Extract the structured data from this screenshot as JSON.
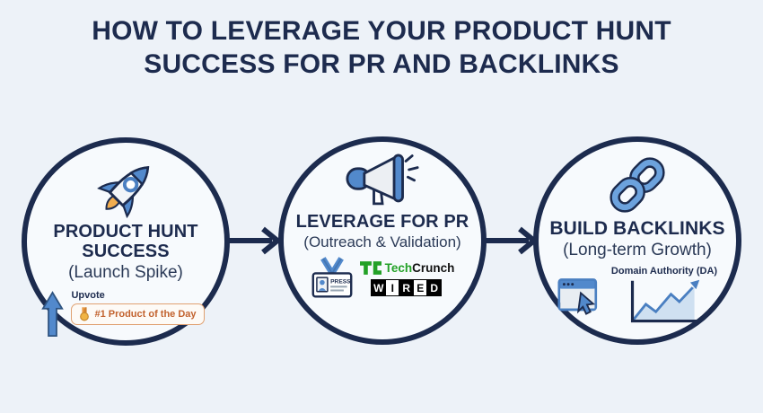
{
  "header": {
    "line1": "HOW TO LEVERAGE YOUR PRODUCT HUNT",
    "line2": "SUCCESS FOR PR AND BACKLINKS"
  },
  "steps": [
    {
      "icon": "rocket-icon",
      "title": "PRODUCT HUNT SUCCESS",
      "subtitle": "(Launch Spike)",
      "details": {
        "upvote_icon": "upvote-arrow-icon",
        "upvote_label": "Upvote",
        "badge_icon": "medal-icon",
        "badge_text": "#1 Product of the Day"
      }
    },
    {
      "icon": "megaphone-icon",
      "title": "LEVERAGE FOR PR",
      "subtitle": "(Outreach & Validation)",
      "details": {
        "press_icon": "press-badge-icon",
        "press_label": "PRESS",
        "techcrunch_mark": "TC",
        "techcrunch_tech": "Tech",
        "techcrunch_crunch": "Crunch",
        "wired_letters": [
          "W",
          "I",
          "R",
          "E",
          "D"
        ]
      }
    },
    {
      "icon": "chain-link-icon",
      "title": "BUILD BACKLINKS",
      "subtitle": "(Long-term Growth)",
      "details": {
        "browser_icon": "browser-cursor-icon",
        "chart_icon": "growth-chart-icon",
        "chart_label": "Domain Authority (DA)"
      }
    }
  ],
  "connectors": [
    "arrow-right-icon",
    "arrow-right-icon"
  ],
  "colors": {
    "background": "#edf2f8",
    "circle_fill": "#f7fafd",
    "navy": "#1c2b4e",
    "blue": "#5289cc",
    "light_gray": "#eef1f4",
    "flame_orange": "#f2ad4e",
    "badge_border": "#e0a171",
    "badge_text": "#c2622e",
    "techcrunch_green": "#23a127",
    "wired_black": "#000000",
    "chart_area_fill": "#cfe0f1"
  }
}
